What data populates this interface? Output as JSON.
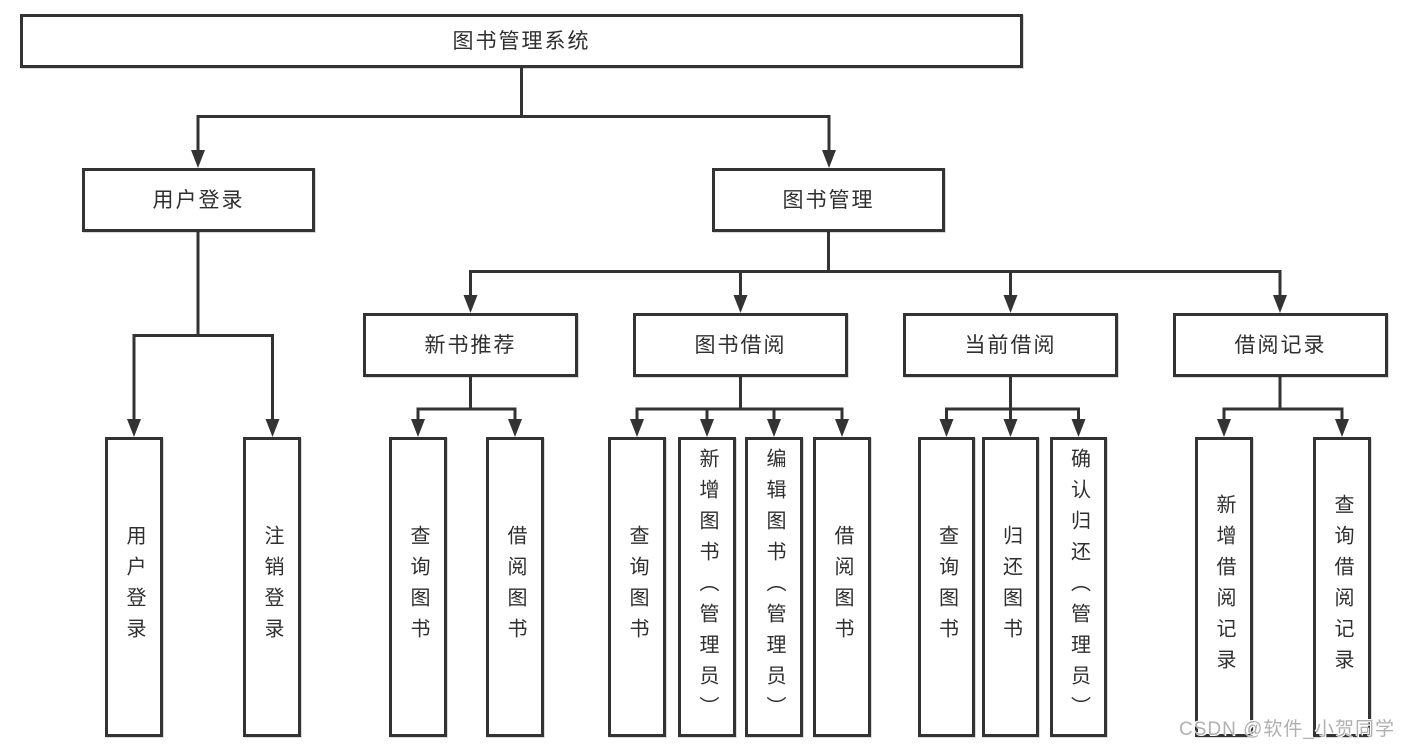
{
  "root": {
    "label": "图书管理系统"
  },
  "level2": {
    "user_login": {
      "label": "用户登录"
    },
    "book_mgmt": {
      "label": "图书管理"
    }
  },
  "level3": {
    "new_books": {
      "label": "新书推荐"
    },
    "borrowing": {
      "label": "图书借阅"
    },
    "current": {
      "label": "当前借阅"
    },
    "records": {
      "label": "借阅记录"
    }
  },
  "leaves": {
    "user_login": [
      "用户登录",
      "注销登录"
    ],
    "new_books": [
      "查询图书",
      "借阅图书"
    ],
    "borrowing": [
      "查询图书",
      "新增图书（管理员）",
      "编辑图书（管理员）",
      "借阅图书"
    ],
    "current": [
      "查询图书",
      "归还图书",
      "确认归还（管理员）"
    ],
    "records": [
      "新增借阅记录",
      "查询借阅记录"
    ]
  },
  "watermark": {
    "text": "CSDN @软件_小贺同学"
  },
  "colors": {
    "line": "#333333",
    "box_border": "#333333",
    "text": "#2f2f2f",
    "background": "#ffffff",
    "watermark": "#b0b0b0"
  }
}
